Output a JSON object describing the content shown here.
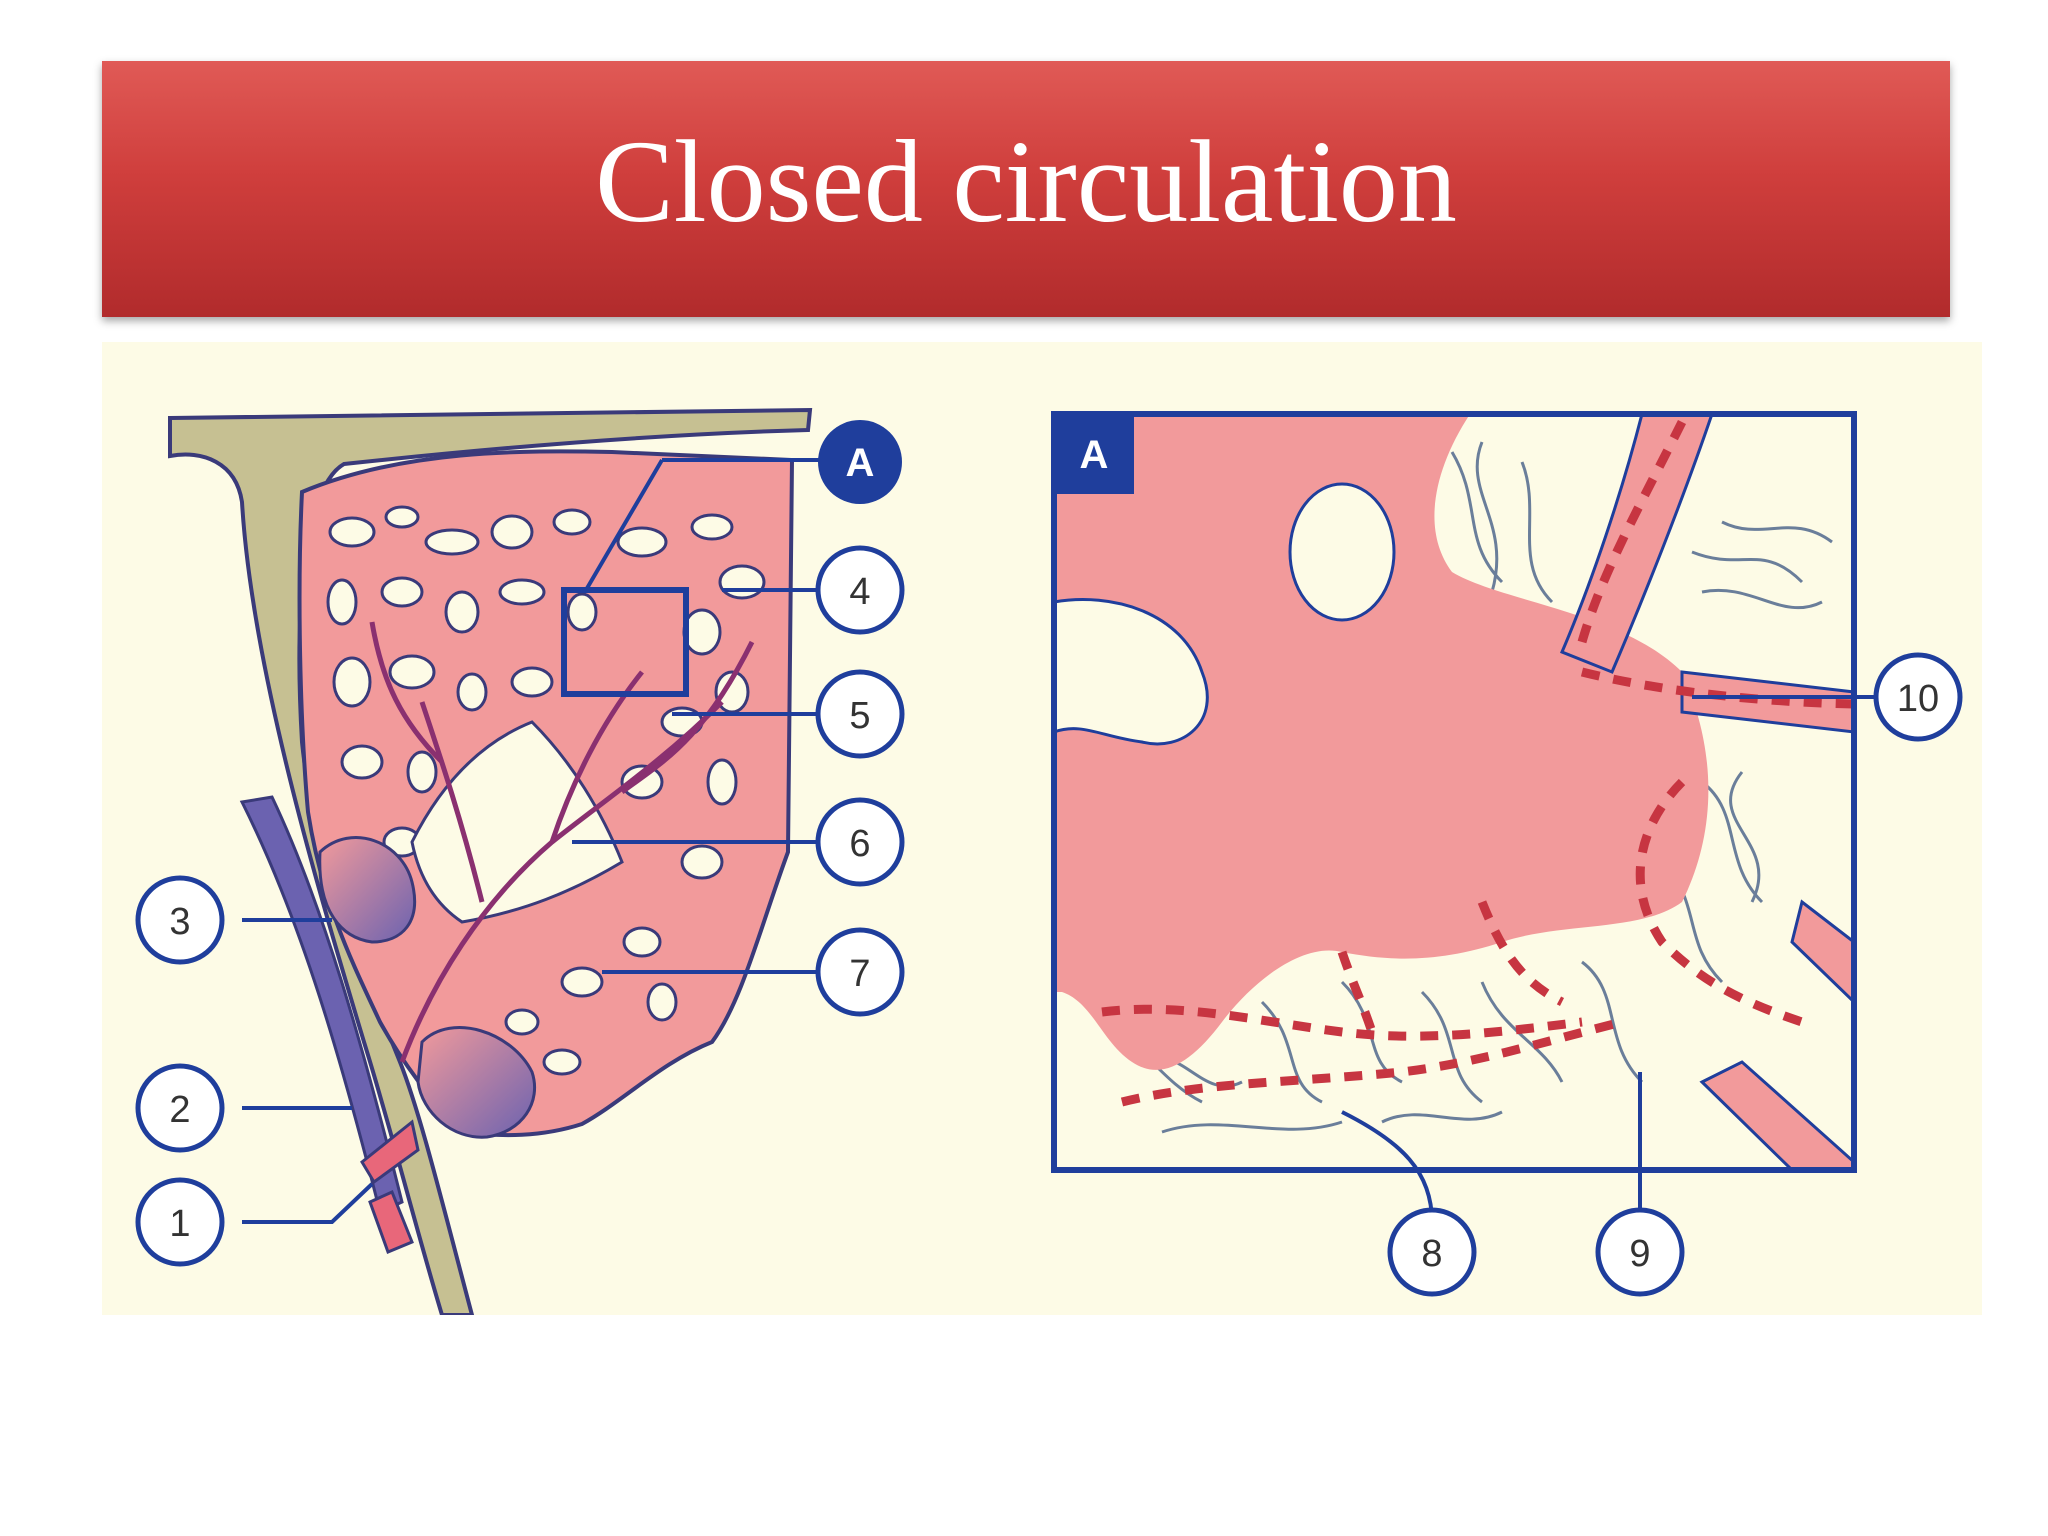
{
  "slide": {
    "title": "Closed circulation"
  },
  "diagram": {
    "overview_letter": "A",
    "inset_letter": "A",
    "labels": {
      "l1": "1",
      "l2": "2",
      "l3": "3",
      "l4": "4",
      "l5": "5",
      "l6": "6",
      "l7": "7",
      "l8": "8",
      "l9": "9",
      "l10": "10"
    },
    "colors": {
      "title_bar": "#cf3e3c",
      "background": "#fdfbe6",
      "pulp_tissue": "#f29a9b",
      "vessel_vein": "#6b62b0",
      "capsule": "#c6c092",
      "outline_blue": "#1f3e9c",
      "artery_dash": "#c73541"
    }
  }
}
